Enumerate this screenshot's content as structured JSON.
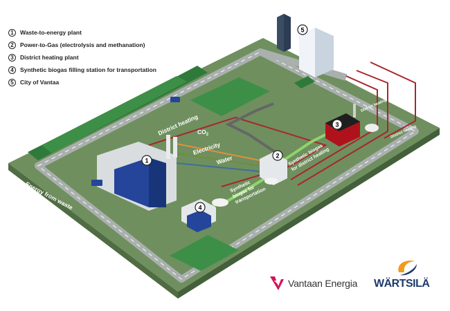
{
  "legend": [
    {
      "num": "1",
      "label": "Waste-to-energy plant"
    },
    {
      "num": "2",
      "label": "Power-to-Gas (electrolysis and methanation)"
    },
    {
      "num": "3",
      "label": "District heating plant"
    },
    {
      "num": "4",
      "label": "Synthetic biogas filling station for transportation"
    },
    {
      "num": "5",
      "label": "City of Vantaa"
    }
  ],
  "markers": {
    "m1": "1",
    "m2": "2",
    "m3": "3",
    "m4": "4",
    "m5": "5"
  },
  "flows": {
    "district_heating": "District heating",
    "co2_base": "CO",
    "co2_sub": "2",
    "electricity": "Electricity",
    "water": "Water",
    "energy_from_waste": "Energy from waste",
    "synth_transport_1": "Synthetic",
    "synth_transport_2": "biogas for",
    "synth_transport_3": "transportation",
    "synth_dh_1": "Synthetic biogas",
    "synth_dh_2": "for district heating",
    "dh_short": "District heating",
    "dh_short_2": "District heating"
  },
  "logos": {
    "vantaa": "Vantaan Energia",
    "wartsila": "WÄRTSILÄ"
  },
  "colors": {
    "ground": "#6f8f5f",
    "ground_side": "#4f6c43",
    "road": "#a9b0ad",
    "heat": "#a8262b",
    "co2": "#e0913a",
    "electricity": "#6f8f3c",
    "water": "#3d6f9a",
    "biogas": "#8fd46a",
    "plant_blue": "#24459a",
    "dh_red": "#b0121b",
    "vantaa_red": "#d4145a",
    "wartsila_blue": "#1d3a6b",
    "wartsila_orange": "#f29a1d"
  }
}
